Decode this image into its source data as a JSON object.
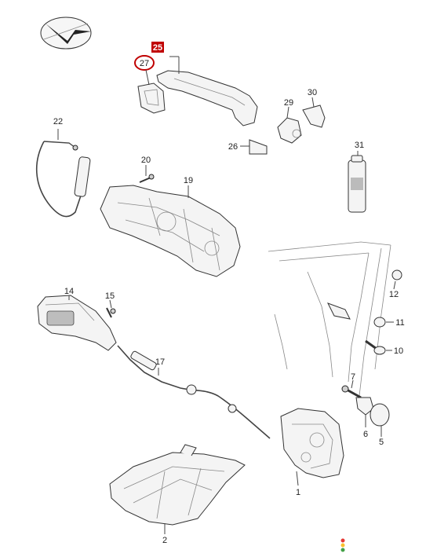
{
  "labels": {
    "p1": "1",
    "p2": "2",
    "p5": "5",
    "p6": "6",
    "p7": "7",
    "p10": "10",
    "p11": "11",
    "p12": "12",
    "p14": "14",
    "p15": "15",
    "p17": "17",
    "p19": "19",
    "p20": "20",
    "p22": "22",
    "p25": "25",
    "p26": "26",
    "p27": "27",
    "p29": "29",
    "p30": "30",
    "p31": "31"
  },
  "colors": {
    "highlight_box": "#c00000",
    "highlight_ring": "#c00000",
    "dot_red": "#e53935",
    "dot_yellow": "#fbc02d",
    "dot_green": "#43a047"
  },
  "icons": {
    "logo": "brand-logo-icon",
    "status": "status-dots-icon"
  }
}
